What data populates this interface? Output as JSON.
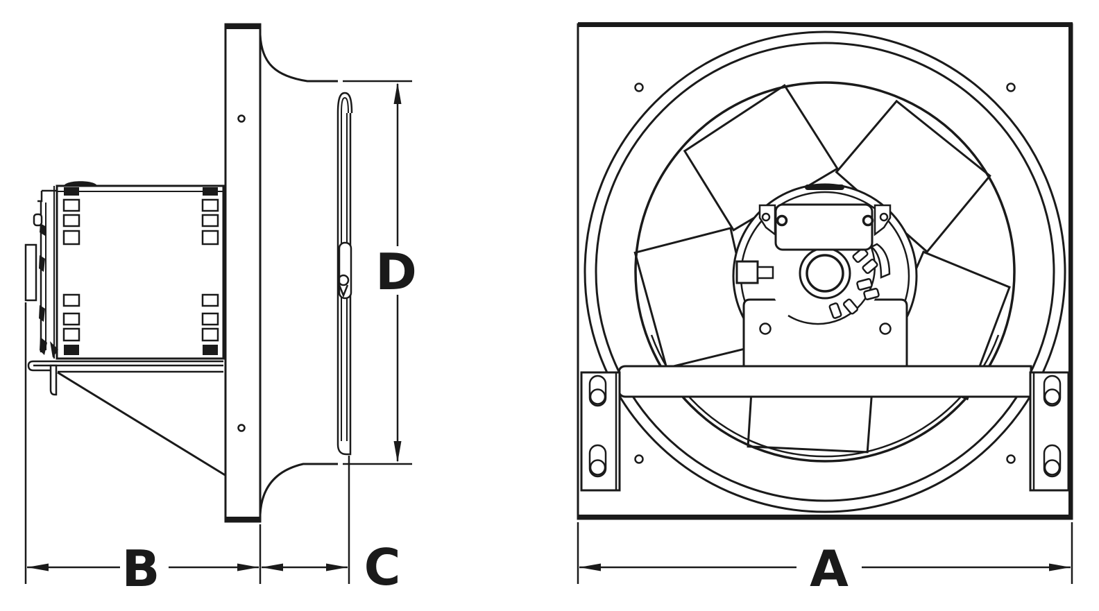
{
  "page": {
    "background": "#ffffff",
    "line_color": "#1a1a1a",
    "drawing_type": "exhaust-fan-dimension-diagram"
  },
  "dimensions": {
    "a": {
      "label": "A"
    },
    "b": {
      "label": "B"
    },
    "c": {
      "label": "C"
    },
    "d": {
      "label": "D"
    }
  }
}
